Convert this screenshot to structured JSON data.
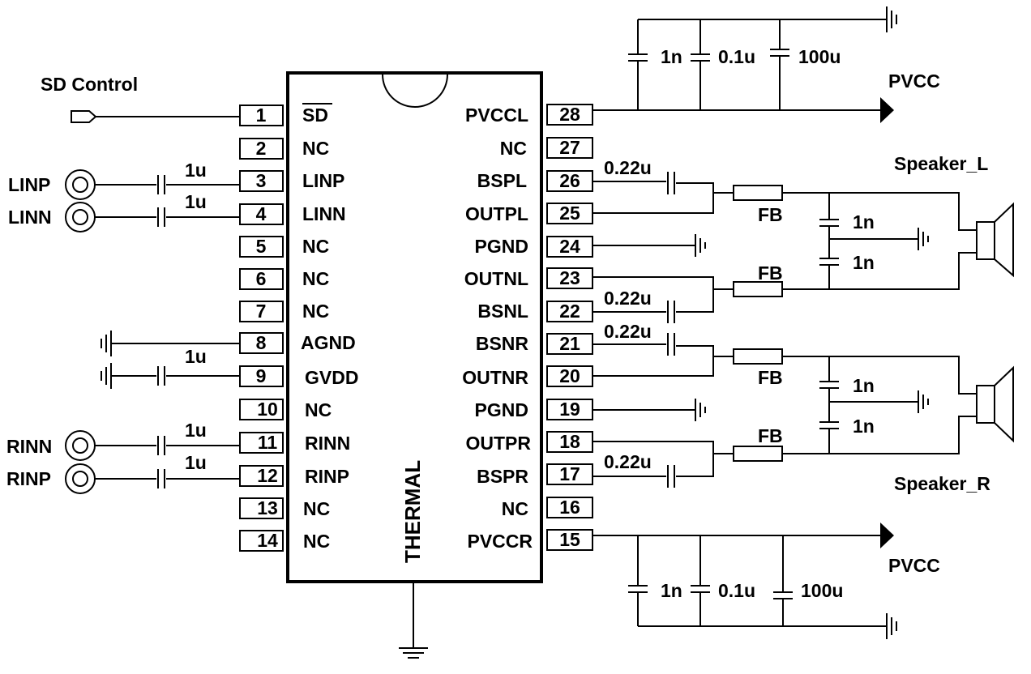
{
  "ic": {
    "thermal_label": "THERMAL",
    "left_pins": [
      {
        "num": "1",
        "name": "SD"
      },
      {
        "num": "2",
        "name": "NC"
      },
      {
        "num": "3",
        "name": "LINP"
      },
      {
        "num": "4",
        "name": "LINN"
      },
      {
        "num": "5",
        "name": "NC"
      },
      {
        "num": "6",
        "name": "NC"
      },
      {
        "num": "7",
        "name": "NC"
      },
      {
        "num": "8",
        "name": "AGND"
      },
      {
        "num": "9",
        "name": "GVDD"
      },
      {
        "num": "10",
        "name": "NC"
      },
      {
        "num": "11",
        "name": "RINN"
      },
      {
        "num": "12",
        "name": "RINP"
      },
      {
        "num": "13",
        "name": "NC"
      },
      {
        "num": "14",
        "name": "NC"
      }
    ],
    "right_pins": [
      {
        "num": "28",
        "name": "PVCCL"
      },
      {
        "num": "27",
        "name": "NC"
      },
      {
        "num": "26",
        "name": "BSPL"
      },
      {
        "num": "25",
        "name": "OUTPL"
      },
      {
        "num": "24",
        "name": "PGND"
      },
      {
        "num": "23",
        "name": "OUTNL"
      },
      {
        "num": "22",
        "name": "BSNL"
      },
      {
        "num": "21",
        "name": "BSNR"
      },
      {
        "num": "20",
        "name": "OUTNR"
      },
      {
        "num": "19",
        "name": "PGND"
      },
      {
        "num": "18",
        "name": "OUTPR"
      },
      {
        "num": "17",
        "name": "BSPR"
      },
      {
        "num": "16",
        "name": "NC"
      },
      {
        "num": "15",
        "name": "PVCCR"
      }
    ]
  },
  "inputs": {
    "sd_control": "SD Control",
    "linp": "LINP",
    "linn": "LINN",
    "rinn": "RINN",
    "rinp": "RINP"
  },
  "input_caps": {
    "linp": "1u",
    "linn": "1u",
    "gvdd": "1u",
    "rinn": "1u",
    "rinp": "1u"
  },
  "supply": {
    "top_label": "PVCC",
    "bottom_label": "PVCC",
    "caps_top": [
      "1n",
      "0.1u",
      "100u"
    ],
    "caps_bottom": [
      "1n",
      "0.1u",
      "100u"
    ]
  },
  "bootstrap_caps": {
    "bspl": "0.22u",
    "bsnl": "0.22u",
    "bsnr": "0.22u",
    "bspr": "0.22u"
  },
  "ferrite_beads": [
    "FB",
    "FB",
    "FB",
    "FB"
  ],
  "filter_caps": {
    "left_top": "1n",
    "left_bottom": "1n",
    "right_top": "1n",
    "right_bottom": "1n"
  },
  "speakers": {
    "left": "Speaker_L",
    "right": "Speaker_R"
  }
}
